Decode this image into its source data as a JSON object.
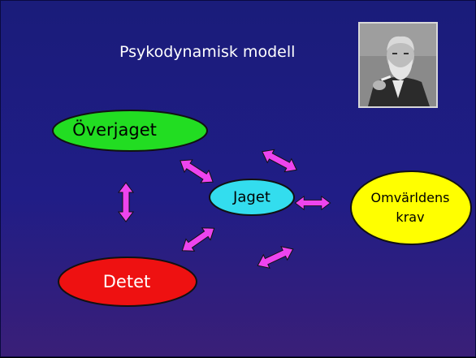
{
  "slide": {
    "title": "Psykodynamisk modell",
    "portrait_alt": "portrait-photo"
  },
  "nodes": {
    "overjaget": {
      "label": "Överjaget",
      "color": "#22dd22"
    },
    "jaget": {
      "label": "Jaget",
      "color": "#33ddee"
    },
    "omvarldens": {
      "label_line1": "Omvärldens",
      "label_line2": "krav",
      "color": "#ffff00"
    },
    "detet": {
      "label": "Detet",
      "color": "#ee1111"
    }
  },
  "colors": {
    "background_top": "#1a1c7a",
    "background_bottom": "#3a1f78",
    "arrow": "#ee44ee",
    "node_stroke": "#111111"
  },
  "icons": {
    "arrows": "double-headed-arrow-icon"
  }
}
